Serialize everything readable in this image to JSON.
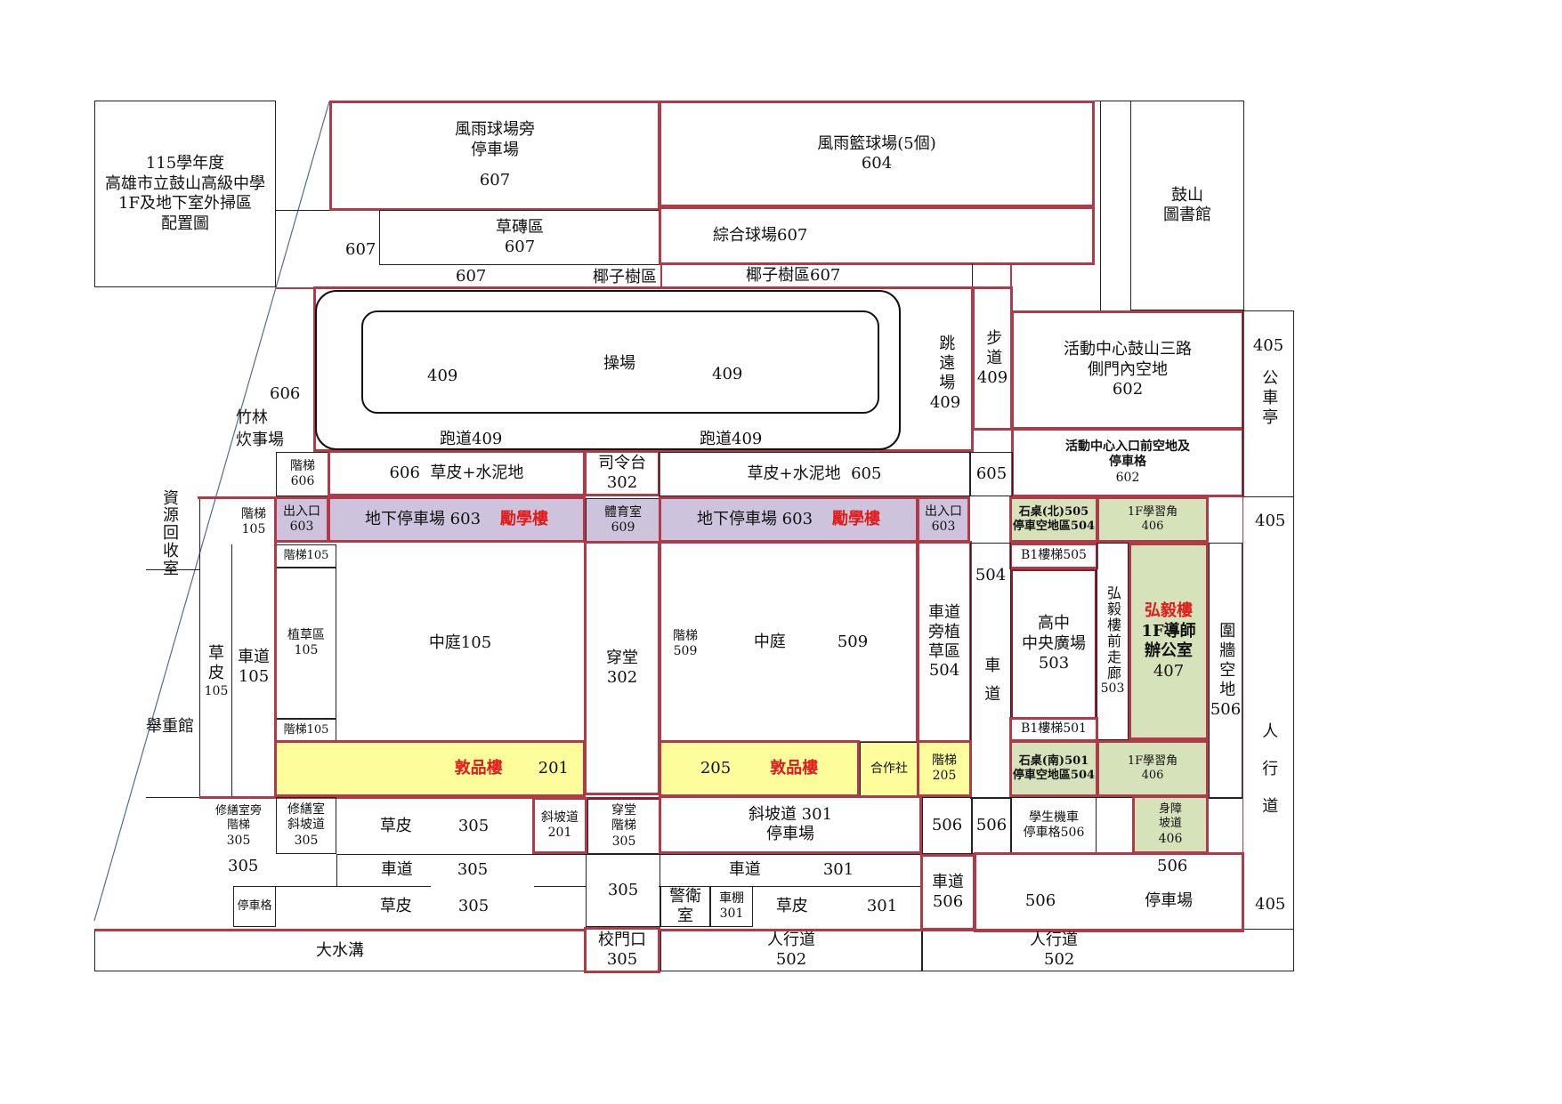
{
  "title": {
    "line1": "115學年度",
    "line2": "高雄市立鼓山高級中學",
    "line3": "1F及地下室外掃區",
    "line4": "配置圖"
  },
  "zones": {
    "shelter_parking_a": "風雨球場旁",
    "shelter_parking_b": "停車場",
    "shelter_parking_num": "607",
    "basketball": "風雨籃球場(5個)",
    "basketball_num": "604",
    "library_a": "鼓山",
    "library_b": "圖書館",
    "grass_brick": "草磚區",
    "grass_brick_num": "607",
    "left_607": "607",
    "multi_court": "綜合球場607",
    "row_607": "607",
    "coconut_left": "椰子樹區",
    "coconut_right": "椰子樹區607",
    "bamboo_606": "606",
    "bamboo_a": "竹林",
    "bamboo_b": "炊事場",
    "field": "操場",
    "field_409_left": "409",
    "field_409_right": "409",
    "track_left": "跑道409",
    "track_right": "跑道409",
    "long_jump": "跳遠場",
    "long_jump_num": "409",
    "walkway": "步道",
    "walkway_num": "409",
    "activity_side_a": "活動中心鼓山三路",
    "activity_side_b": "側門內空地",
    "activity_side_num": "602",
    "activity_front_a": "活動中心入口前空地及",
    "activity_front_b": "停車格",
    "activity_front_num": "602",
    "bus_405": "405",
    "bus_stop": "公車亭",
    "stairs_606_a": "階梯",
    "stairs_606_b": "606",
    "lawn_606": "606  草皮+水泥地",
    "podium": "司令台",
    "podium_num": "302",
    "lawn_605": "草皮+水泥地  605",
    "lane_605": "605",
    "recycle": "資源回收室",
    "stairs_105_a": "階梯",
    "stairs_105_b": "105",
    "exit_left_a": "出入口",
    "exit_left_b": "603",
    "parking_left": "地下停車場 603",
    "lixue_left": "勵學樓",
    "gym_a": "體育室",
    "gym_b": "609",
    "parking_right": "地下停車場 603",
    "lixue_right": "勵學樓",
    "exit_right_a": "出入口",
    "exit_right_b": "603",
    "shizhuo_north_a": "石桌(北)505",
    "shizhuo_north_b": "停車空地區504",
    "study_north_a": "1F學習角",
    "study_north_b": "406",
    "right_405": "405",
    "stairs_b1_505": "B1樓梯505",
    "stairs_105_top": "階梯105",
    "courtyard_105": "中庭105",
    "plant_a": "植草區",
    "plant_b": "105",
    "stairs_105_bottom": "階梯105",
    "lawn_105_a": "草",
    "lawn_105_b": "皮",
    "lawn_105_c": "105",
    "lane_105_a": "車道",
    "lane_105_b": "105",
    "weightlifting": "舉重館",
    "hall_a": "穿堂",
    "hall_b": "302",
    "stairs_509_a": "階梯",
    "stairs_509_b": "509",
    "courtyard_509": "中庭",
    "courtyard_509_num": "509",
    "lane_plant_a": "車道旁植草區",
    "lane_plant_b": "504",
    "lane_504": "504",
    "car_lane": "車道",
    "central_a": "高中",
    "central_b": "中央廣場",
    "central_c": "503",
    "corridor": "弘毅樓前走廊",
    "corridor_num": "503",
    "hongyi": "弘毅樓",
    "hongyi_office_a": "1F導師",
    "hongyi_office_b": "辦公室",
    "hongyi_office_num": "407",
    "wall_a": "圍牆空地",
    "wall_b": "506",
    "sidewalk_v": "人行道",
    "stairs_b1_501": "B1樓梯501",
    "dunpin_left": "敦品樓",
    "dunpin_left_num": "201",
    "dunpin_right_num": "205",
    "dunpin_right": "敦品樓",
    "coop": "合作社",
    "stairs_205_a": "階梯",
    "stairs_205_b": "205",
    "shizhuo_south_a": "石桌(南)501",
    "shizhuo_south_b": "停車空地區504",
    "study_south_a": "1F學習角",
    "study_south_b": "406",
    "repair_stairs_a": "修繕室旁",
    "repair_stairs_b": "階梯",
    "repair_stairs_c": "305",
    "repair_ramp_a": "修繕室",
    "repair_ramp_b": "斜坡道",
    "repair_ramp_c": "305",
    "lawn_305_a": "草皮",
    "lawn_305_a_num": "305",
    "ramp_201_a": "斜坡道",
    "ramp_201_b": "201",
    "hall_stairs_a": "穿堂",
    "hall_stairs_b": "階梯",
    "hall_stairs_c": "305",
    "ramp_301_a": "斜坡道 301",
    "ramp_301_b": "停車場",
    "cell_506_a": "506",
    "cell_506_b": "506",
    "scooter_a": "學生機車",
    "scooter_b": "停車格506",
    "disabled_a": "身障",
    "disabled_b": "坡道",
    "disabled_c": "406",
    "left_305": "305",
    "lane_305_label": "車道",
    "lane_305_num": "305",
    "lane_301_label": "車道",
    "lane_301_num": "301",
    "num_506_top": "506",
    "parking_space": "停車格",
    "lawn_305_b": "草皮",
    "lawn_305_b_num": "305",
    "hall_305": "305",
    "guard_a": "警衛",
    "guard_b": "室",
    "bike_a": "車棚",
    "bike_b": "301",
    "lawn_301": "草皮",
    "lawn_301_num": "301",
    "lane_506_a": "車道",
    "lane_506_b": "506",
    "parking_506_num": "506",
    "parking_506": "停車場",
    "bottom_405": "405",
    "drain": "大水溝",
    "gate_a": "校門口",
    "gate_b": "305",
    "sidewalk_502_a": "人行道",
    "sidewalk_502_a_num": "502",
    "sidewalk_502_b": "人行道",
    "sidewalk_502_b_num": "502"
  },
  "colors": {
    "zone_border": "#b03a48",
    "lixue_fill": "#cdc3dd",
    "dunpin_fill": "#fdfd9c",
    "hongyi_fill": "#d6e2b9",
    "building_label": "#e31a1a"
  }
}
